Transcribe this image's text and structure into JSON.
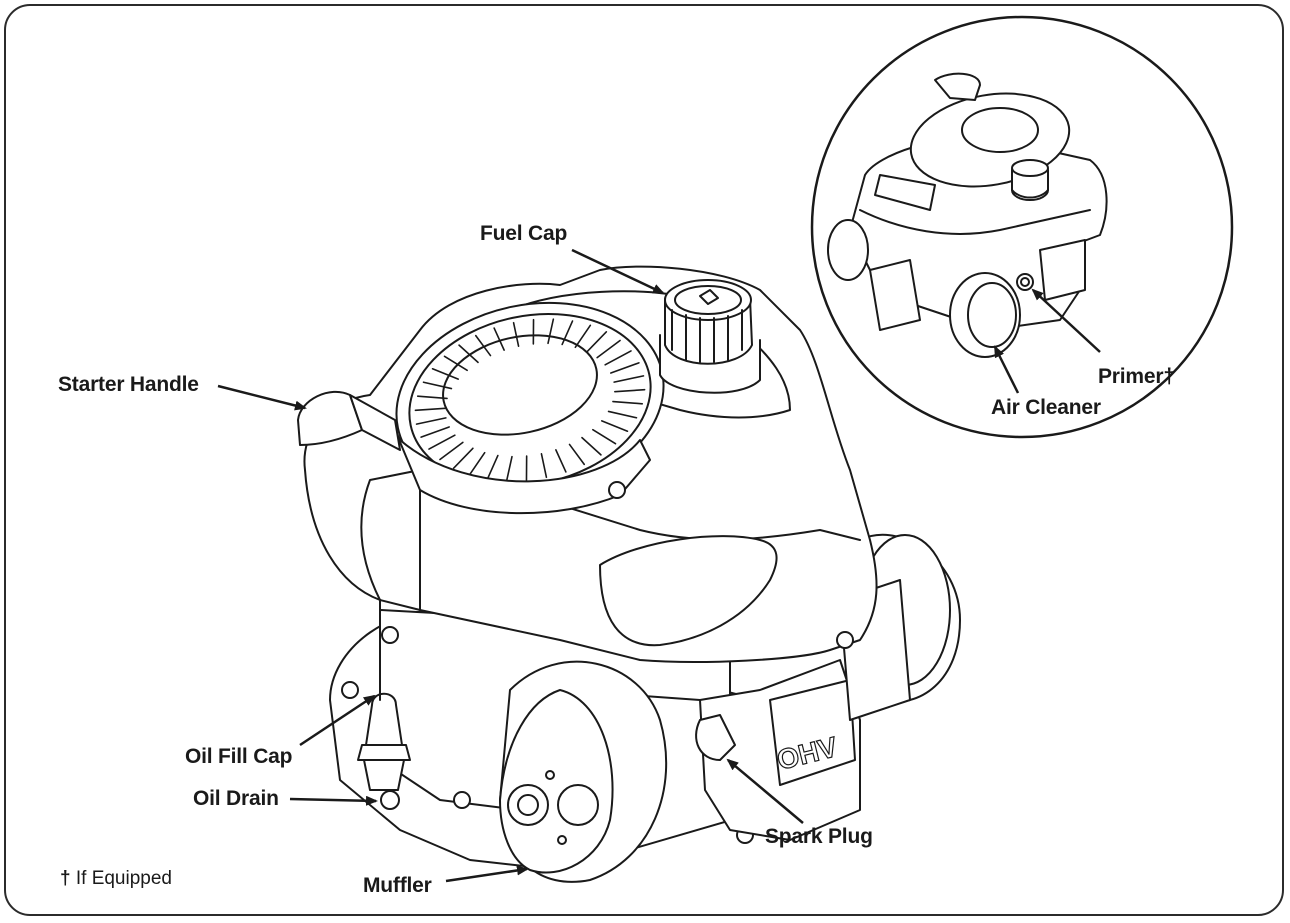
{
  "labels": {
    "fuel_cap": "Fuel Cap",
    "starter_handle": "Starter Handle",
    "primer": "Primer†",
    "air_cleaner": "Air Cleaner",
    "oil_fill_cap": "Oil Fill Cap",
    "oil_drain": "Oil Drain",
    "spark_plug": "Spark Plug",
    "muffler": "Muffler"
  },
  "footnote": {
    "symbol": "†",
    "text": "If Equipped"
  },
  "engine_marking": "OHV",
  "colors": {
    "line": "#1a1a1a",
    "background": "#ffffff"
  }
}
